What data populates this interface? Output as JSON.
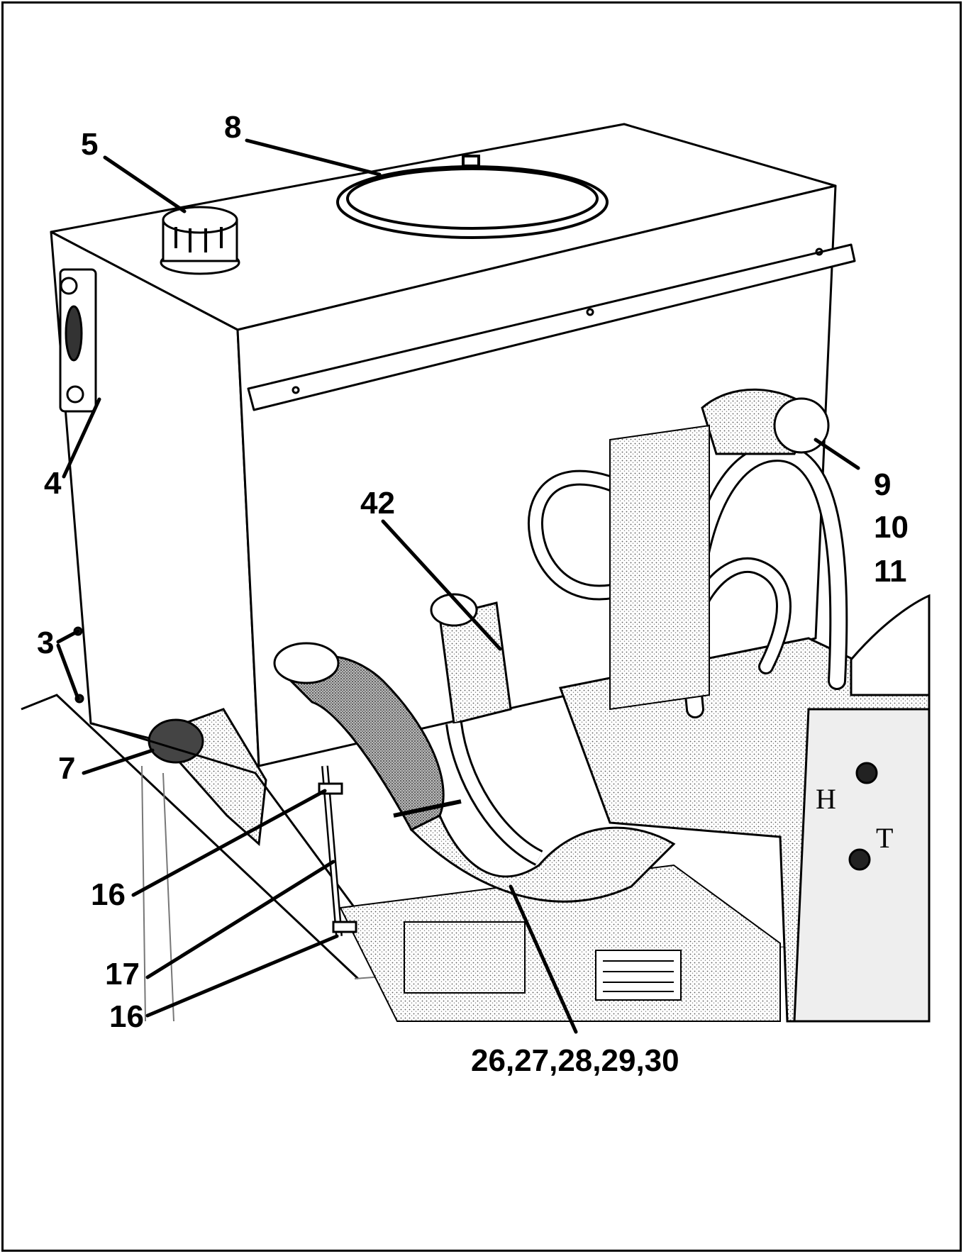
{
  "callouts": {
    "c3": "3",
    "c4": "4",
    "c5": "5",
    "c7": "7",
    "c8": "8",
    "c9": "9",
    "c10": "10",
    "c11": "11",
    "c16a": "16",
    "c16b": "16",
    "c17": "17",
    "c42": "42",
    "c26_30": "26,27,28,29,30"
  },
  "colors": {
    "ink": "#000000",
    "paper": "#ffffff",
    "shade": "#6e6e6e"
  }
}
